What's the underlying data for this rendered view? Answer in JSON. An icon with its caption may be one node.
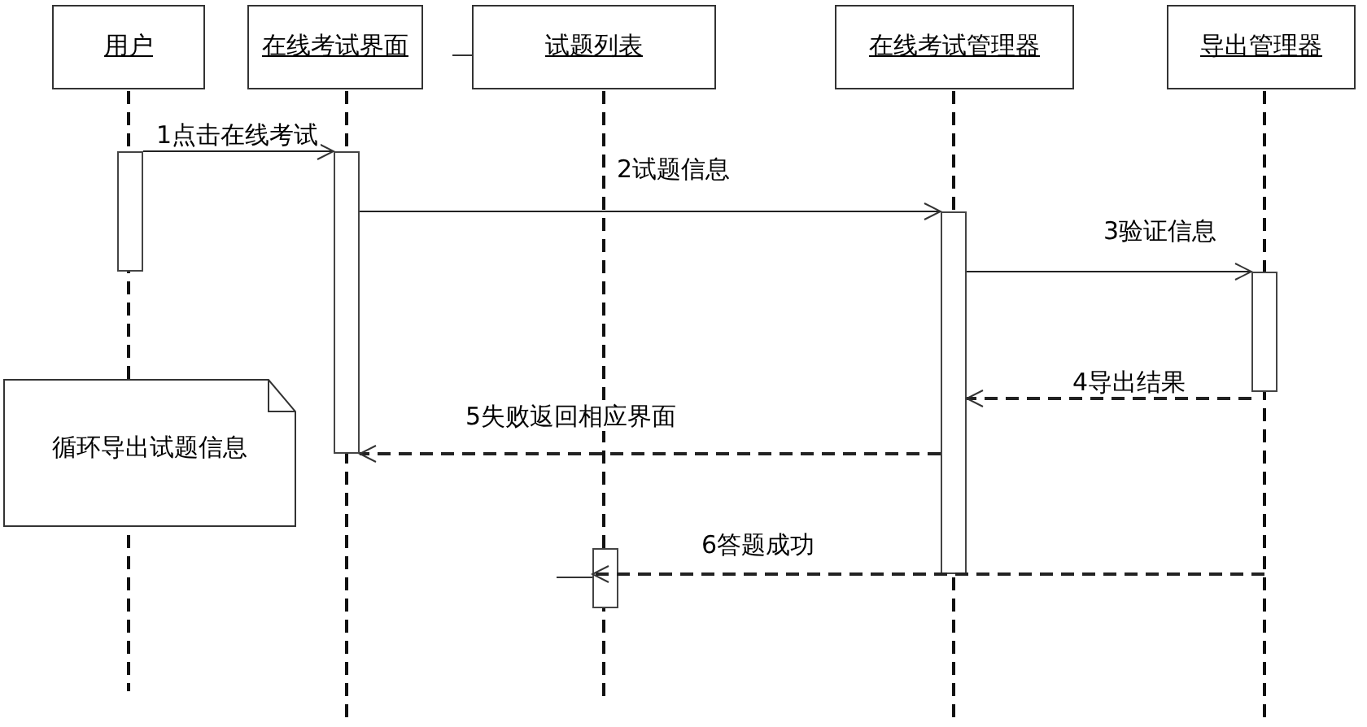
{
  "diagram": {
    "nodes": [
      {
        "text": [
          "用户"
        ]
      },
      {
        "text": [
          "在线考试界面"
        ]
      },
      {
        "text": [
          "试题列表"
        ]
      },
      {
        "text": [
          "在线考试管理器"
        ]
      },
      {
        "text": [
          "导出管理器"
        ]
      },
      {
        "text": [],
        "shape": "bar"
      },
      {
        "text": [],
        "shape": "bar"
      },
      {
        "text": [],
        "shape": "bar"
      },
      {
        "text": [],
        "shape": "bar"
      },
      {
        "text": [
          "循环导出试题信息"
        ]
      },
      {
        "text": [],
        "shape": "bar"
      }
    ],
    "edges": [
      {
        "from": 5,
        "to": 6,
        "arrow": "to",
        "label": "1点击在线考试"
      },
      {
        "from": 6,
        "to": 7,
        "arrow": "to",
        "label": "2试题信息"
      },
      {
        "from": 7,
        "to": 8,
        "arrow": "to",
        "label": "3验证信息"
      },
      {
        "from": 8,
        "to": 7,
        "arrow": "to",
        "label": "4导出结果",
        "style": "dashed"
      },
      {
        "from": 7,
        "to": 6,
        "arrow": "to",
        "label": "5失败返回相应界面",
        "style": "dashed"
      },
      {
        "from": null,
        "to": 10,
        "arrow": "to",
        "label": "6答题成功",
        "style": "dashed"
      }
    ]
  }
}
